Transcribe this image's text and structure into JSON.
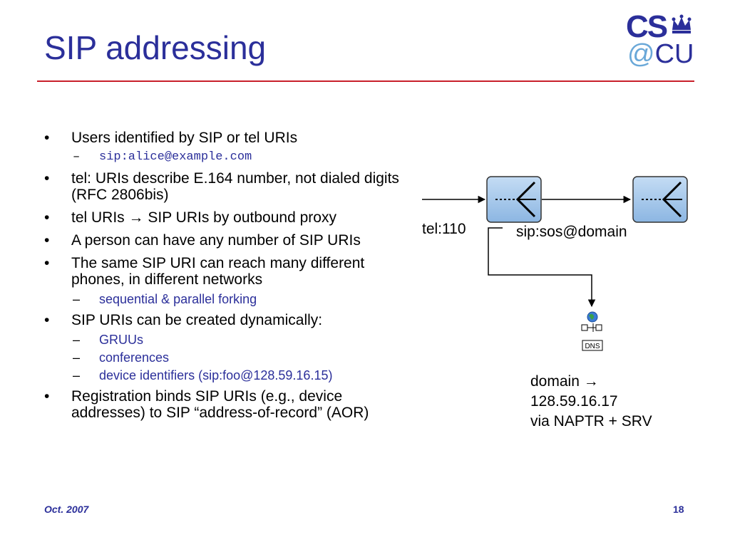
{
  "slide": {
    "title": "SIP addressing",
    "logo": {
      "cs": "CS",
      "at": "@",
      "cu": "CU"
    },
    "bullets": {
      "b1": "Users identified by SIP or tel URIs",
      "b1s1": "sip:alice@example.com",
      "b2": "tel: URIs describe E.164 number, not dialed digits (RFC 2806bis)",
      "b3": "tel URIs → SIP URIs by outbound proxy",
      "b4": "A person can have any number of SIP URIs",
      "b5": "The same SIP URI can reach many different phones, in different networks",
      "b5s1": "sequential & parallel forking",
      "b6": "SIP URIs can be created dynamically:",
      "b6s1": "GRUUs",
      "b6s2": "conferences",
      "b6s3": "device identifiers (sip:foo@128.59.16.15)",
      "b7": "Registration binds SIP URIs (e.g., device addresses) to SIP “address-of-record” (AOR)"
    },
    "bullet_glyph": "•",
    "sub_glyph": "–",
    "diagram": {
      "label_tel": "tel:110",
      "label_sip": "sip:sos@domain",
      "dns_icon_text": "DNS",
      "dns_line1": "domain →",
      "dns_line2": "128.59.16.17",
      "dns_line3": "via NAPTR + SRV"
    },
    "colors": {
      "title": "#2b2f9a",
      "rule": "#c8202a",
      "router": "#9ec4ea",
      "sub_text": "#2b2f9a"
    },
    "footer": {
      "date": "Oct. 2007",
      "page": "18"
    }
  }
}
